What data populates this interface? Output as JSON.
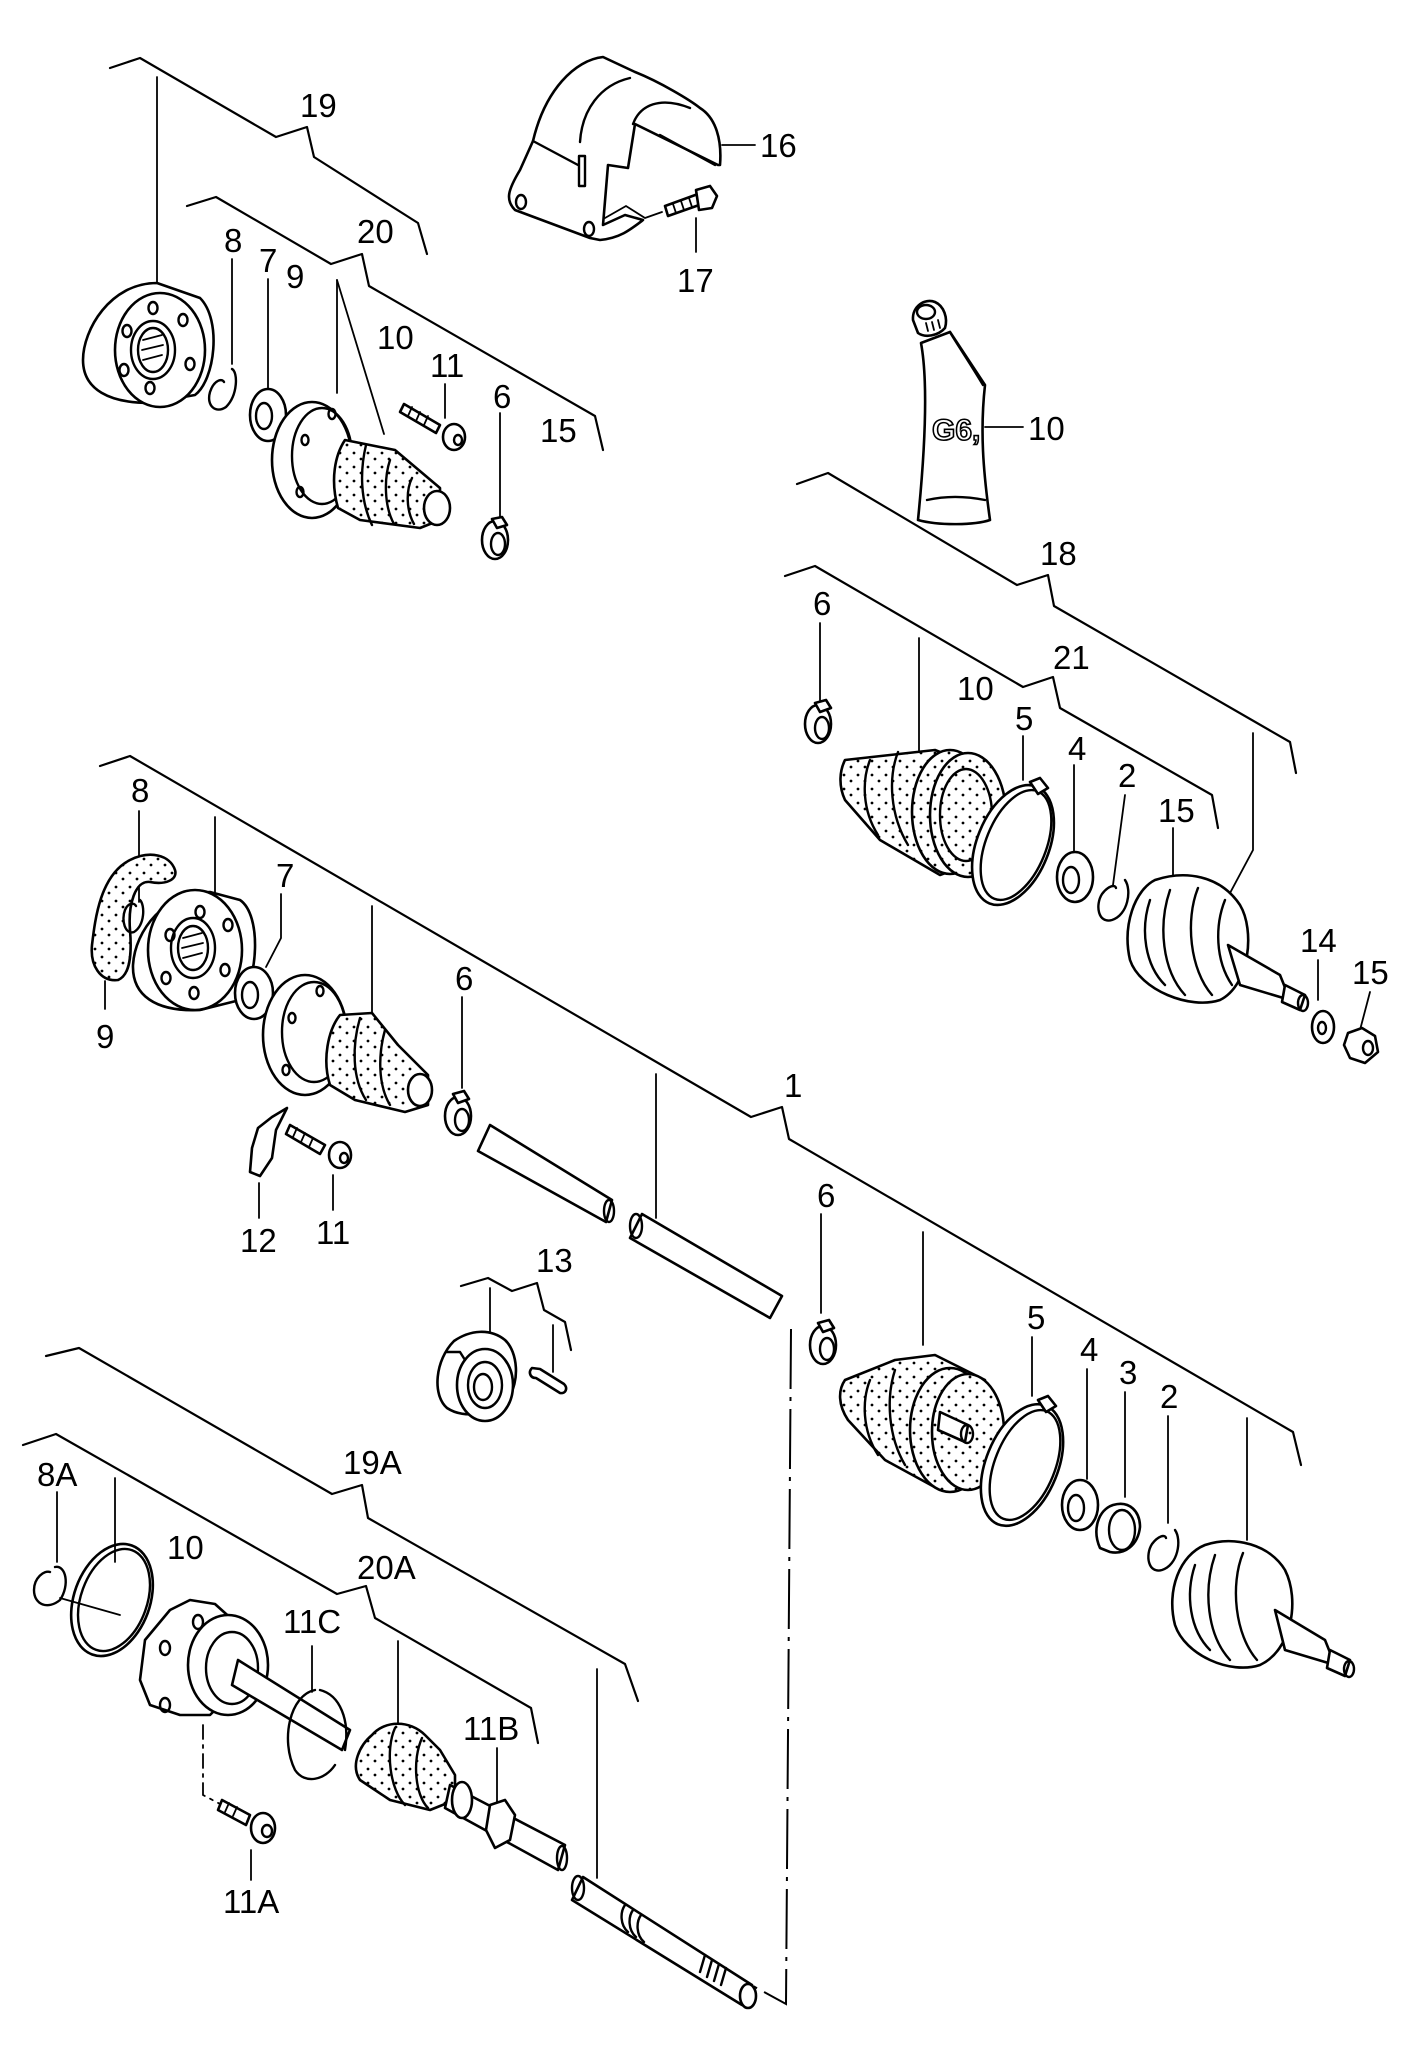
{
  "diagram": {
    "title": "Drive shaft exploded parts diagram",
    "grease_tube_marking": "G6,",
    "callouts": {
      "c19_top": "19",
      "c20_top": "20",
      "c8_top": "8",
      "c7_top": "7",
      "c9_top": "9",
      "c10_top": "10",
      "c11_top": "11",
      "c6_top": "6",
      "c15_top": "15",
      "c16": "16",
      "c17": "17",
      "c10_tube": "10",
      "c18": "18",
      "c21": "21",
      "c6_right": "6",
      "c10_right": "10",
      "c5_right": "5",
      "c4_right": "4",
      "c2_right": "2",
      "c15_right": "15",
      "c14": "14",
      "c15_nut": "15",
      "c8_mid": "8",
      "c7_mid": "7",
      "c9_mid": "9",
      "c6_mid": "6",
      "c12": "12",
      "c11_mid": "11",
      "c1": "1",
      "c13": "13",
      "c6_lower": "6",
      "c5_lower": "5",
      "c4_lower": "4",
      "c3_lower": "3",
      "c2_lower": "2",
      "c19A": "19A",
      "c20A": "20A",
      "c8A": "8A",
      "c10_bottom": "10",
      "c11C": "11C",
      "c11B": "11B",
      "c11A": "11A"
    }
  }
}
